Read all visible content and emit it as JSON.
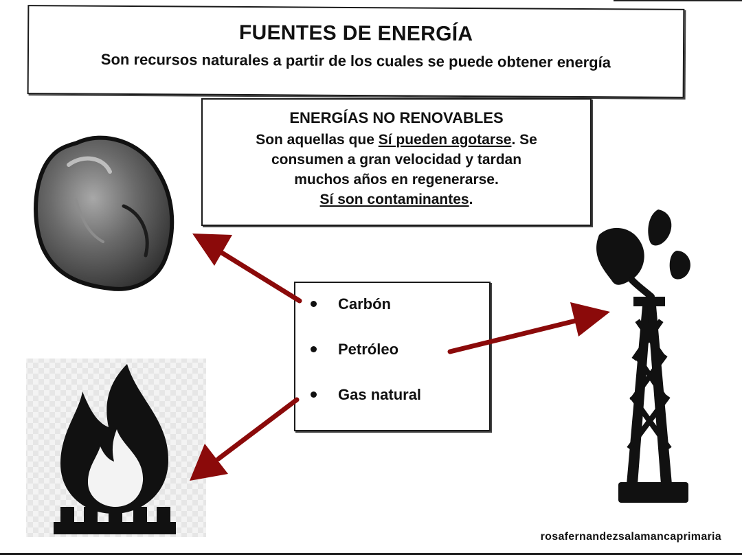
{
  "header": {
    "title": "FUENTES DE ENERGÍA",
    "subtitle": "Son recursos naturales a partir de los cuales se puede obtener energía"
  },
  "definition": {
    "heading": "ENERGÍAS NO RENOVABLES",
    "line1_before": "Son aquellas que ",
    "line1_underlined": "Sí pueden agotarse",
    "line1_after": ". Se",
    "line2": "consumen a gran velocidad y tardan",
    "line3": "muchos años en  regenerarse.",
    "line4_underlined": "Sí son contaminantes",
    "line4_after": "."
  },
  "list": {
    "items": [
      {
        "label": "Carbón",
        "icon": "coal-icon"
      },
      {
        "label": "Petróleo",
        "icon": "oil-derrick-icon"
      },
      {
        "label": "Gas natural",
        "icon": "gas-flame-icon"
      }
    ]
  },
  "credit": "rosafernandezsalamancaprimaria",
  "colors": {
    "arrow": "#8b0a0a",
    "ink": "#111111",
    "coal_dark": "#2b2b2b",
    "coal_mid": "#6a6a6a",
    "coal_light": "#a8a8a8"
  }
}
